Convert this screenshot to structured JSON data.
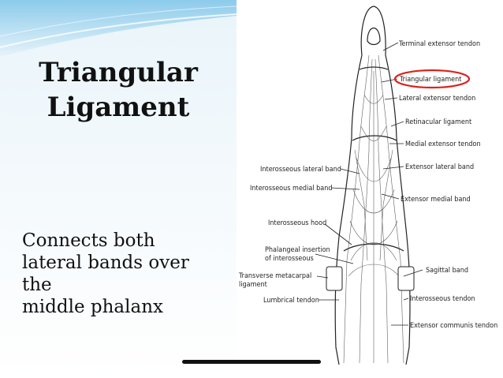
{
  "slide": {
    "title_lines": [
      "Triangular",
      "Ligament"
    ],
    "body_lines": [
      "Connects both",
      "lateral bands over",
      "the",
      "middle phalanx"
    ]
  },
  "diagram": {
    "labels": {
      "terminal_extensor_tendon": "Terminal extensor tendon",
      "triangular_ligament": "Triangular ligament",
      "lateral_extensor_tendon": "Lateral extensor tendon",
      "retinacular_ligament": "Retinacular ligament",
      "medial_extensor_tendon": "Medial extensor tendon",
      "interosseous_lateral_band": "Interosseous lateral band",
      "extensor_lateral_band": "Extensor lateral band",
      "interosseous_medial_band": "Interosseous medial band",
      "extensor_medial_band": "Extensor medial band",
      "interosseous_hood": "Interosseous hood",
      "phalangeal_insertion_line1": "Phalangeal insertion",
      "phalangeal_insertion_line2": "of interosseous",
      "sagittal_band": "Sagittal band",
      "transverse_metacarpal_line1": "Transverse metacarpal",
      "transverse_metacarpal_line2": "ligament",
      "lumbrical_tendon": "Lumbrical tendon",
      "interosseous_tendon": "Interosseous tendon",
      "extensor_communis_tendon": "Extensor communis tendon"
    },
    "highlight_color": "#d9261c"
  },
  "colors": {
    "sky_top": "#9fd0ec",
    "sky_bottom": "#dff0f9"
  }
}
